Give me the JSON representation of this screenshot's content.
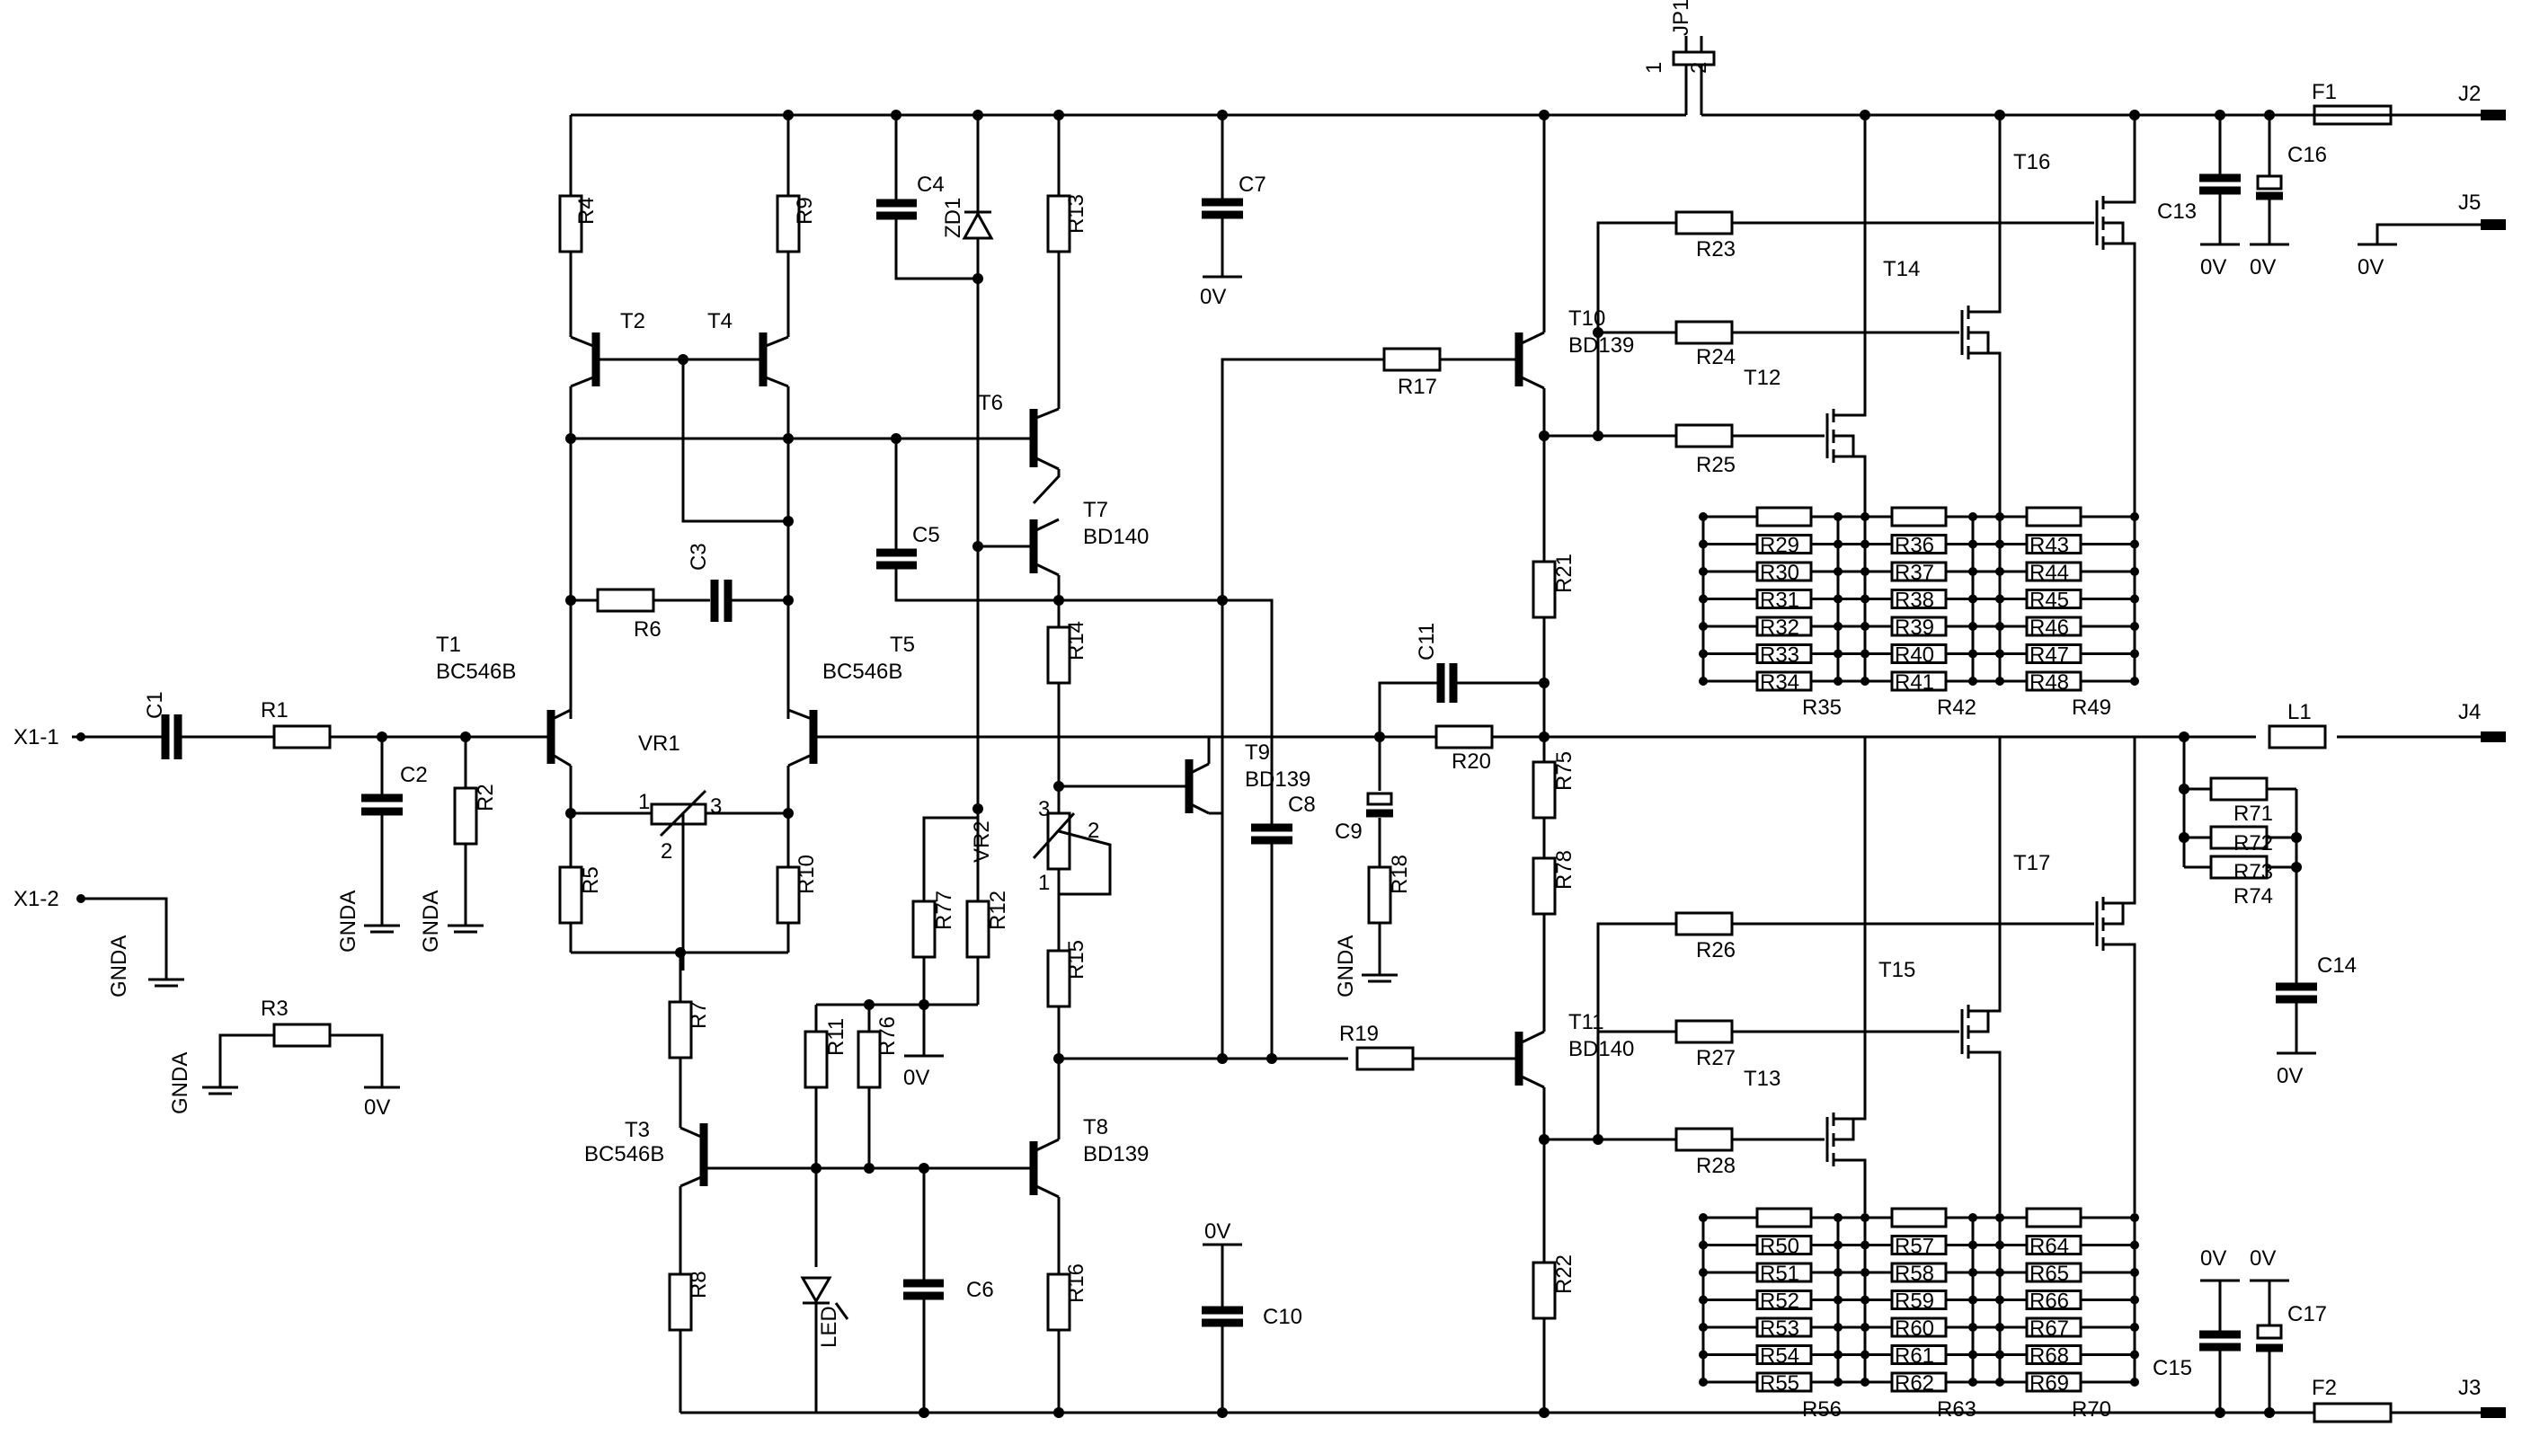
{
  "labels": {
    "X1_1": "X1-1",
    "X1_2": "X1-2",
    "C1": "C1",
    "R1": "R1",
    "C2": "C2",
    "R2": "R2",
    "GNDA_c2": "GNDA",
    "GNDA_r2": "GNDA",
    "GNDA_x12": "GNDA",
    "R3": "R3",
    "GNDA_r3": "GNDA",
    "V0_r3": "0V",
    "R4": "R4",
    "R9": "R9",
    "T2": "T2",
    "T4": "T4",
    "C4": "C4",
    "ZD1": "ZD1",
    "R13": "R13",
    "C7": "C7",
    "V0_c7": "0V",
    "T6": "T6",
    "T7": "T7",
    "T7_part": "BD140",
    "C5": "C5",
    "C3": "C3",
    "R6": "R6",
    "T1": "T1",
    "T1_part": "BC546B",
    "T5": "T5",
    "T5_part": "BC546B",
    "VR1": "VR1",
    "R5": "R5",
    "R10": "R10",
    "R7": "R7",
    "T3": "T3",
    "T3_part": "BC546B",
    "R8": "R8",
    "R11": "R11",
    "R76": "R76",
    "R77": "R77",
    "R12": "R12",
    "VR2": "VR2",
    "V0_r76": "0V",
    "LED": "LED",
    "C6": "C6",
    "R14": "R14",
    "R15": "R15",
    "T8": "T8",
    "T8_part": "BD139",
    "R16": "R16",
    "T9": "T9",
    "T9_part": "BD139",
    "C8": "C8",
    "C9": "C9",
    "R18": "R18",
    "GNDA_r18": "GNDA",
    "C10": "C10",
    "V0_c10": "0V",
    "R17": "R17",
    "R19": "R19",
    "C11": "C11",
    "R20": "R20",
    "T10": "T10",
    "T10_part": "BD139",
    "T11": "T11",
    "T11_part": "BD140",
    "R21": "R21",
    "R75": "R75",
    "R78": "R78",
    "R22": "R22",
    "R23": "R23",
    "R24": "R24",
    "R25": "R25",
    "R26": "R26",
    "R27": "R27",
    "R28": "R28",
    "T12": "T12",
    "T13": "T13",
    "T14": "T14",
    "T15": "T15",
    "T16": "T16",
    "T17": "T17",
    "JP1": "JP1",
    "JP1_p1": "1",
    "JP1_p2": "2",
    "C13": "C13",
    "C16": "C16",
    "V0_c13": "0V",
    "V0_c16": "0V",
    "V0_j5": "0V",
    "F1": "F1",
    "F2": "F2",
    "J2": "J2",
    "J3": "J3",
    "J4": "J4",
    "J5": "J5",
    "L1": "L1",
    "R71": "R71",
    "R72": "R72",
    "R73": "R73",
    "R74": "R74",
    "C14": "C14",
    "V0_c14": "0V",
    "C15": "C15",
    "C17": "C17",
    "V0_c15": "0V",
    "V0_c17": "0V",
    "R35": "R35",
    "R42": "R42",
    "R49": "R49",
    "R56": "R56",
    "R63": "R63",
    "R70": "R70",
    "VR1_p1": "1",
    "VR1_p2": "2",
    "VR1_p3": "3",
    "VR2_p1": "1",
    "VR2_p2": "2",
    "VR2_p3": "3"
  },
  "resistor_banks": [
    [
      "R29",
      "R30",
      "R31",
      "R32",
      "R33",
      "R34"
    ],
    [
      "R36",
      "R37",
      "R38",
      "R39",
      "R40",
      "R41"
    ],
    [
      "R43",
      "R44",
      "R45",
      "R46",
      "R47",
      "R48"
    ],
    [
      "R50",
      "R51",
      "R52",
      "R53",
      "R54",
      "R55"
    ],
    [
      "R57",
      "R58",
      "R59",
      "R60",
      "R61",
      "R62"
    ],
    [
      "R64",
      "R65",
      "R66",
      "R67",
      "R68",
      "R69"
    ]
  ]
}
